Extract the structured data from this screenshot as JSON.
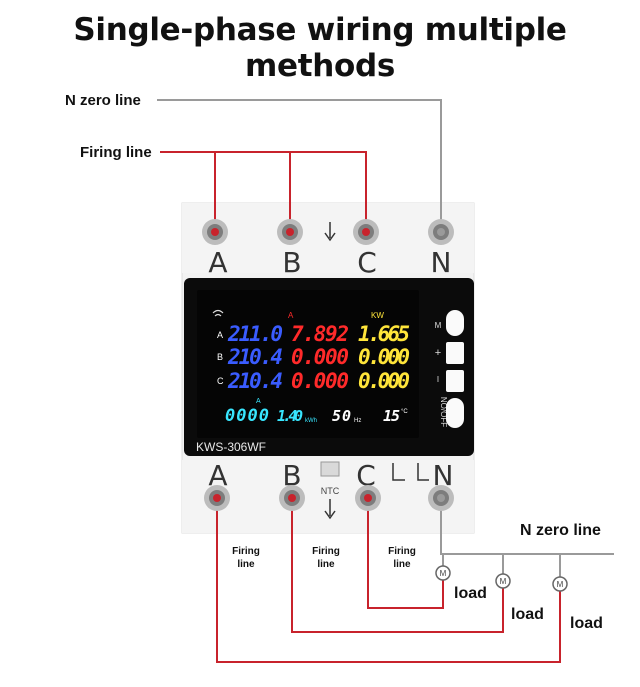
{
  "title": "Single-phase wiring multiple methods",
  "labels": {
    "n_zero_top": "N zero line",
    "firing_top": "Firing line",
    "n_zero_bottom": "N zero line",
    "firing_line_1": [
      "Firing",
      "line"
    ],
    "firing_line_2": [
      "Firing",
      "line"
    ],
    "firing_line_3": [
      "Firing",
      "line"
    ],
    "load_1": "load",
    "load_2": "load",
    "load_3": "load"
  },
  "device": {
    "model": "KWS-306WF",
    "top_terminals": [
      "A",
      "B",
      "C",
      "N"
    ],
    "bottom_terminals": [
      "A",
      "B",
      "C",
      "N"
    ],
    "ntc": "NTC",
    "display": {
      "headers": {
        "current": "A",
        "power": "KW"
      },
      "rows": [
        {
          "phase": "A",
          "voltage": "211.0",
          "current": "7.892",
          "power": "1.665"
        },
        {
          "phase": "B",
          "voltage": "210.4",
          "current": "0.000",
          "power": "0.000"
        },
        {
          "phase": "C",
          "voltage": "210.4",
          "current": "0.000",
          "power": "0.000"
        }
      ],
      "energy": "0000",
      "energy_dec": "1.40",
      "energy_unit": "kWh",
      "energy_label": "A",
      "frequency": "50",
      "frequency_unit": "Hz",
      "temperature": "15",
      "temperature_unit": "°C"
    },
    "buttons": [
      "M",
      "+",
      "I",
      "NO/OFF"
    ],
    "motor_symbol": "M"
  },
  "colors": {
    "wire_red": "#c8232c",
    "wire_gray": "#9a9a9a",
    "voltage": "#3a5cff",
    "current": "#ff2a2a",
    "power": "#ffe53a",
    "energy": "#38e6ff"
  }
}
